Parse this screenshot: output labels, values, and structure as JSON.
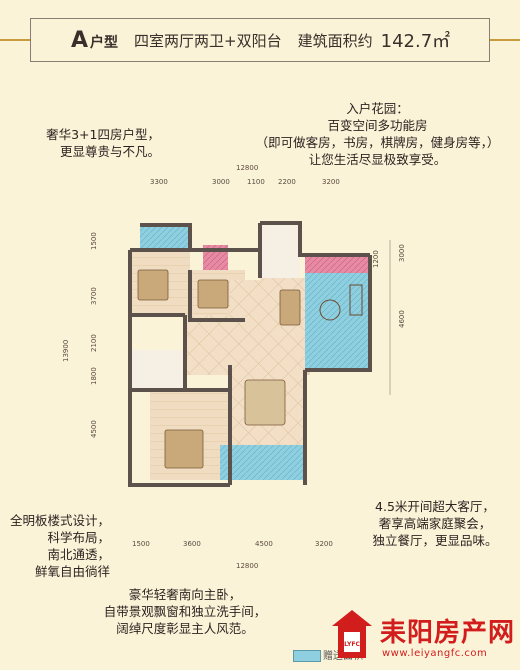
{
  "header": {
    "type_main": "A",
    "type_suffix": "户型",
    "layout": "四室两厅两卫+双阳台",
    "area_label": "建筑面积约",
    "area_value": "142.7㎡"
  },
  "annotations": {
    "top_left": [
      "奢华3+1四房户型，",
      "更显尊贵与不凡。"
    ],
    "top_right": [
      "入户花园：",
      "百变空间多功能房",
      "（即可做客房，书房，棋牌房，健身房等，）",
      "让您生活尽显极致享受。"
    ],
    "bottom_left": [
      "全明板楼式设计，",
      "科学布局，",
      "南北通透，",
      "鲜氧自由徜徉"
    ],
    "bottom_right": [
      "4.5米开间超大客厅，",
      "奢享高端家庭聚会，",
      "独立餐厅，更显品味。"
    ],
    "bottom_center": [
      "豪华轻奢南向主卧，",
      "自带景观飘窗和独立洗手间，",
      "阔绰尺度彰显主人风范。"
    ]
  },
  "dimensions": {
    "top_total": "12800",
    "top_parts": [
      "3300",
      "3000",
      "1100",
      "2200",
      "3200"
    ],
    "bottom_parts": [
      "1500",
      "3600",
      "4500",
      "3200"
    ],
    "bottom_total": "12800",
    "left_total": "13900",
    "left_parts": [
      "1500",
      "3700",
      "2100",
      "1800",
      "4500"
    ],
    "right_parts": [
      "3000",
      "1200",
      "4600"
    ]
  },
  "footer": {
    "logo_text": "LYFC",
    "site_name": "耒阳房产网",
    "site_url": "www.leiyangfc.com",
    "legend": "赠送面积"
  },
  "colors": {
    "accent_line": "#c89c3b",
    "brand_red": "#d21d1d",
    "balcony_blue": "#8fd0e0",
    "garden_pink": "#e98aa5"
  }
}
